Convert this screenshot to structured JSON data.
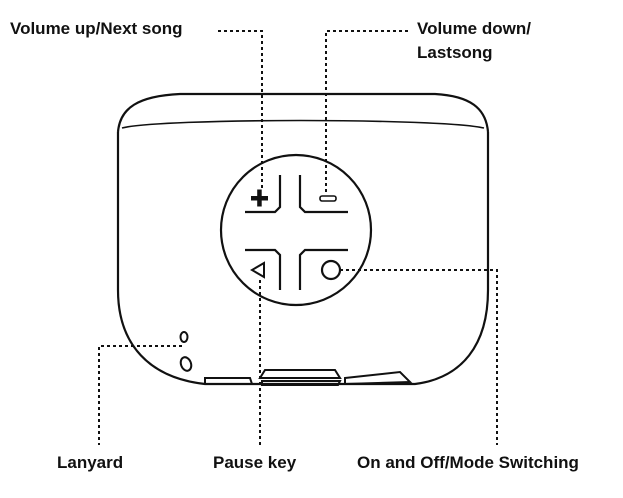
{
  "labels": {
    "volume_up": "Volume up/Next song",
    "volume_down_line1": "Volume down/",
    "volume_down_line2": "Lastsong",
    "lanyard": "Lanyard",
    "pause_key": "Pause key",
    "on_off": "On and Off/Mode Switching"
  },
  "colors": {
    "line": "#111111",
    "background": "#ffffff"
  },
  "icons": {
    "plus": "plus-icon",
    "minus": "minus-icon",
    "play": "play-triangle-icon",
    "power": "circle-icon"
  }
}
